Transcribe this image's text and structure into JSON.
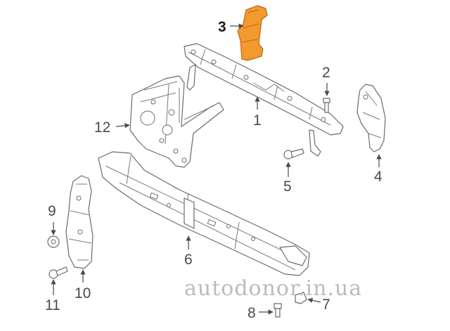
{
  "callouts": [
    {
      "id": "1",
      "label": "1"
    },
    {
      "id": "2",
      "label": "2"
    },
    {
      "id": "3",
      "label": "3"
    },
    {
      "id": "4",
      "label": "4"
    },
    {
      "id": "5",
      "label": "5"
    },
    {
      "id": "6",
      "label": "6"
    },
    {
      "id": "7",
      "label": "7"
    },
    {
      "id": "8",
      "label": "8"
    },
    {
      "id": "9",
      "label": "9"
    },
    {
      "id": "10",
      "label": "10"
    },
    {
      "id": "11",
      "label": "11"
    },
    {
      "id": "12",
      "label": "12"
    }
  ],
  "watermark": "autodonor.in.ua",
  "colors": {
    "highlight_fill": "#f29a2e",
    "highlight_stroke": "#c0651a",
    "outline": "#6b6b6b",
    "label": "#4a4a4a"
  }
}
